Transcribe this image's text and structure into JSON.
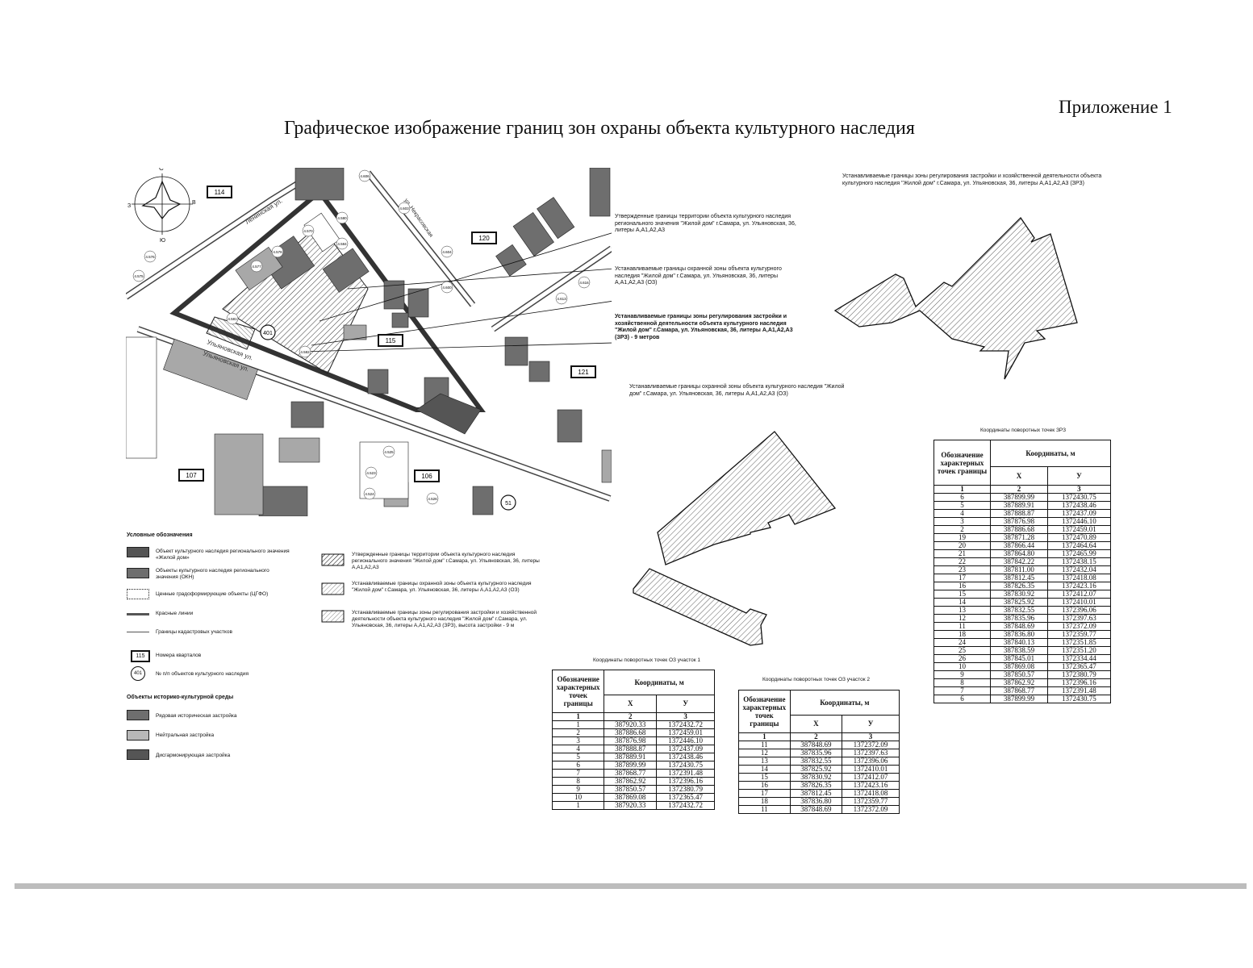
{
  "header": {
    "appendix": "Приложение 1",
    "title": "Графическое изображение границ зон охраны объекта культурного наследия"
  },
  "map": {
    "compass": {
      "north": "С",
      "south": "Ю",
      "west": "З",
      "east": "В"
    },
    "streets": [
      "Ленинская ул.",
      "Ульяновская ул.",
      "Ульяновская ул.",
      "ул. Некрасовская"
    ],
    "quarters": [
      "114",
      "120",
      "115",
      "121",
      "107",
      "106"
    ],
    "objects": [
      "401",
      "51"
    ],
    "plots": [
      "4.606",
      "4.570",
      "4.580",
      "4.577",
      "4.578",
      "4.584",
      "4.576",
      "4.575",
      "4.604",
      "4.600",
      "4.603",
      "4.616",
      "4.613",
      "4.581",
      "4.582",
      "4.525",
      "4.523",
      "4.524",
      "4.526"
    ],
    "callouts": [
      "Утвержденные границы территории объекта культурного наследия регионального значения \"Жилой дом\" г.Самара, ул. Ульяновская, 36, литеры А,А1,А2,А3",
      "Устанавливаемые границы охранной зоны объекта культурного наследия \"Жилой дом\" г.Самара, ул. Ульяновская, 36, литеры А,А1,А2,А3 (ОЗ)",
      "Устанавливаемые границы зоны регулирования застройки и хозяйственной деятельности объекта культурного наследия \"Жилой дом\" г.Самара, ул. Ульяновская, 36, литеры А,А1,А2,А3 (ЗРЗ) - 9 метров"
    ]
  },
  "captions": {
    "zrz": "Устанавливаемые границы зоны регулирования застройки и хозяйственной деятельности объекта культурного наследия \"Жилой дом\" г.Самара, ул. Ульяновская, 36, литеры А,А1,А2,А3 (ЗРЗ)",
    "oz": "Устанавливаемые границы охранной зоны объекта культурного наследия \"Жилой дом\" г.Самара, ул. Ульяновская, 36, литеры А,А1,А2,А3 (ОЗ)"
  },
  "legend": {
    "title": "Условные обозначения",
    "items": [
      "Объект культурного наследия регионального значения «Жилой дом»",
      "Объекты культурного наследия регионального значения (ОКН)",
      "Ценные градоформирующие объекты (ЦГФО)",
      "Красные линии",
      "Границы кадастровых участков",
      "Номера кварталов",
      "№ п/п объектов культурного наследия"
    ],
    "sample_quarter": "115",
    "sample_object": "401",
    "section2_title": "Объекты историко-культурной среды",
    "section2_items": [
      "Рядовая историческая застройка",
      "Нейтральная застройка",
      "Дисгармонирующая застройка"
    ],
    "right_items": [
      "Утвержденные границы территории объекта культурного наследия регионального значения \"Жилой дом\" г.Самара, ул. Ульяновская, 36, литеры А,А1,А2,А3",
      "Устанавливаемые границы охранной зоны объекта культурного наследия \"Жилой дом\" г.Самара, ул. Ульяновская, 36, литеры А,А1,А2,А3 (ОЗ)",
      "Устанавливаемые границы зоны регулирования застройки и хозяйственной деятельности объекта культурного наследия \"Жилой дом\" г.Самара, ул. Ульяновская, 36, литеры А,А1,А2,А3 (ЗРЗ), высота застройки - 9 м"
    ]
  },
  "table_headers": {
    "point": "Обозначение характерных точек границы",
    "coords": "Координаты, м",
    "x": "X",
    "y": "У",
    "n1": "1",
    "n2": "2",
    "n3": "3"
  },
  "tables": {
    "oz1": {
      "caption": "Координаты поворотных точек ОЗ участок 1",
      "rows": [
        [
          "1",
          "387920.33",
          "1372432.72"
        ],
        [
          "2",
          "387886.68",
          "1372459.01"
        ],
        [
          "3",
          "387876.98",
          "1372446.10"
        ],
        [
          "4",
          "387888.87",
          "1372437.09"
        ],
        [
          "5",
          "387889.91",
          "1372438.46"
        ],
        [
          "6",
          "387899.99",
          "1372430.75"
        ],
        [
          "7",
          "387868.77",
          "1372391.48"
        ],
        [
          "8",
          "387862.92",
          "1372396.16"
        ],
        [
          "9",
          "387850.57",
          "1372380.79"
        ],
        [
          "10",
          "387869.08",
          "1372365.47"
        ],
        [
          "1",
          "387920.33",
          "1372432.72"
        ]
      ]
    },
    "oz2": {
      "caption": "Координаты поворотных точек ОЗ участок 2",
      "rows": [
        [
          "11",
          "387848.69",
          "1372372.09"
        ],
        [
          "12",
          "387835.96",
          "1372397.63"
        ],
        [
          "13",
          "387832.55",
          "1372396.06"
        ],
        [
          "14",
          "387825.92",
          "1372410.01"
        ],
        [
          "15",
          "387830.92",
          "1372412.07"
        ],
        [
          "16",
          "387826.35",
          "1372423.16"
        ],
        [
          "17",
          "387812.45",
          "1372418.08"
        ],
        [
          "18",
          "387836.80",
          "1372359.77"
        ],
        [
          "11",
          "387848.69",
          "1372372.09"
        ]
      ]
    },
    "zrz": {
      "caption": "Координаты поворотных точек ЗРЗ",
      "rows": [
        [
          "6",
          "387899.99",
          "1372430.75"
        ],
        [
          "5",
          "387889.91",
          "1372438.46"
        ],
        [
          "4",
          "387888.87",
          "1372437.09"
        ],
        [
          "3",
          "387876.98",
          "1372446.10"
        ],
        [
          "2",
          "387886.68",
          "1372459.01"
        ],
        [
          "19",
          "387871.28",
          "1372470.89"
        ],
        [
          "20",
          "387866.44",
          "1372464.64"
        ],
        [
          "21",
          "387864.80",
          "1372465.99"
        ],
        [
          "22",
          "387842.22",
          "1372438.15"
        ],
        [
          "23",
          "387811.00",
          "1372432.04"
        ],
        [
          "17",
          "387812.45",
          "1372418.08"
        ],
        [
          "16",
          "387826.35",
          "1372423.16"
        ],
        [
          "15",
          "387830.92",
          "1372412.07"
        ],
        [
          "14",
          "387825.92",
          "1372410.01"
        ],
        [
          "13",
          "387832.55",
          "1372396.06"
        ],
        [
          "12",
          "387835.96",
          "1372397.63"
        ],
        [
          "11",
          "387848.69",
          "1372372.09"
        ],
        [
          "18",
          "387836.80",
          "1372359.77"
        ],
        [
          "24",
          "387840.13",
          "1372351.85"
        ],
        [
          "25",
          "387838.59",
          "1372351.20"
        ],
        [
          "26",
          "387845.01",
          "1372334.44"
        ],
        [
          "10",
          "387869.08",
          "1372365.47"
        ],
        [
          "9",
          "387850.57",
          "1372380.79"
        ],
        [
          "8",
          "387862.92",
          "1372396.16"
        ],
        [
          "7",
          "387868.77",
          "1372391.48"
        ],
        [
          "6",
          "387899.99",
          "1372430.75"
        ]
      ]
    }
  }
}
